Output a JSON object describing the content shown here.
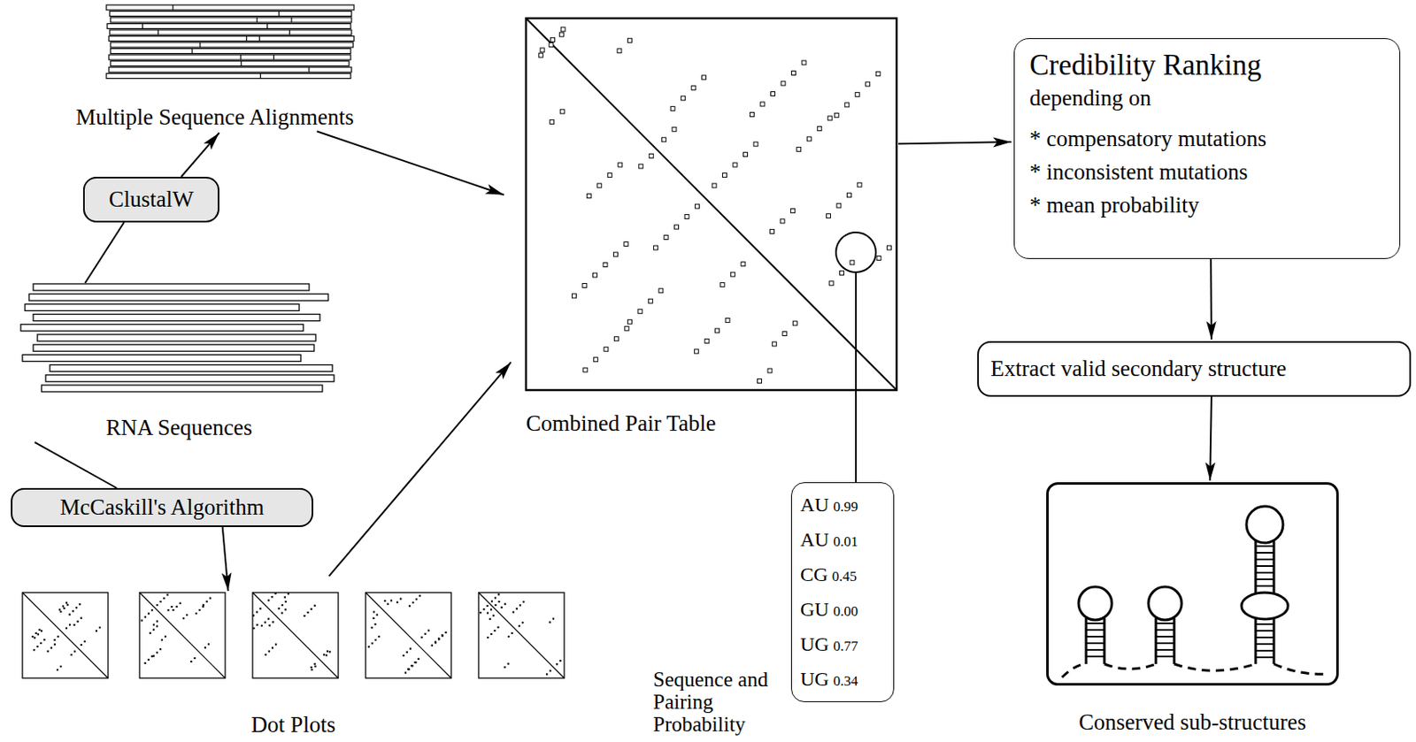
{
  "diagram": {
    "nodes": [
      {
        "text": [
          "Multiple Sequence Alignments"
        ]
      },
      {
        "text": [
          "ClustalW"
        ]
      },
      {
        "text": [
          "RNA Sequences"
        ]
      },
      {
        "text": [
          "McCaskill's Algorithm"
        ]
      },
      {
        "text": [
          "Dot Plots"
        ]
      },
      {
        "text": [
          "Combined Pair Table"
        ]
      },
      {
        "text": [
          "Credibility Ranking",
          "depending on",
          "* compensatory mutations",
          "* inconsistent mutations",
          "* mean probability"
        ]
      },
      {
        "text": [
          "Extract valid secondary structure"
        ]
      },
      {
        "text": [
          "Conserved sub-structures"
        ]
      },
      {
        "text": [
          "AU",
          "0.99",
          "AU",
          "0.01",
          "CG",
          "0.45",
          "GU",
          "0.00",
          "UG",
          "0.77",
          "UG",
          "0.34",
          "Sequence and Pairing Probability"
        ]
      }
    ],
    "edges": [
      {
        "from": 2,
        "to": 1,
        "arrow": "none"
      },
      {
        "from": 1,
        "to": 0,
        "arrow": "to"
      },
      {
        "from": 2,
        "to": 3,
        "arrow": "none"
      },
      {
        "from": 3,
        "to": 4,
        "arrow": "to"
      },
      {
        "from": 0,
        "to": 5,
        "arrow": "to"
      },
      {
        "from": 4,
        "to": 5,
        "arrow": "to"
      },
      {
        "from": 5,
        "to": 6,
        "arrow": "to"
      },
      {
        "from": 6,
        "to": 7,
        "arrow": "to"
      },
      {
        "from": 7,
        "to": 8,
        "arrow": "to"
      }
    ]
  }
}
